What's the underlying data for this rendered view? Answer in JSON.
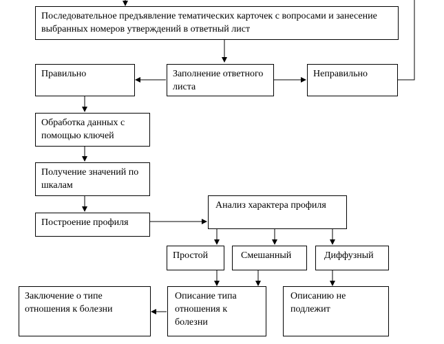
{
  "diagram": {
    "nodes": {
      "sequential": "Последовательное предъявление тематических карточек с вопросами и занесение выбранных номеров утверждений в ответный лист",
      "fill_sheet": "Заполнение ответного листа",
      "correct": "Правильно",
      "incorrect": "Неправильно",
      "processing": "Обработка данных с помощью ключей",
      "scale_values": "Получение значений по шкалам",
      "build_profile": "Построение профиля",
      "analysis": "Анализ характера профиля",
      "simple": "Простой",
      "mixed": "Смешанный",
      "diffuse": "Диффузный",
      "conclusion": "Заключение о типе отношения к болезни",
      "description": "Описание типа отношения к болезни",
      "not_described": "Описанию не подлежит"
    }
  }
}
